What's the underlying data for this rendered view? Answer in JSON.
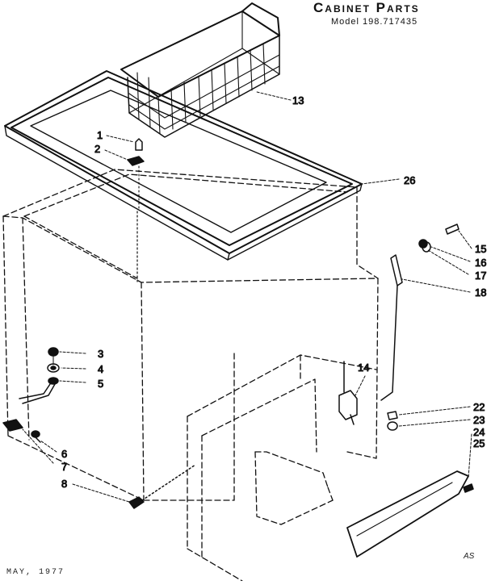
{
  "header": {
    "title": "Cabinet Parts",
    "model": "Model 198.717435"
  },
  "footer": {
    "date": "MAY, 1977",
    "code": "AS"
  },
  "callouts": [
    {
      "id": "1",
      "text": "1"
    },
    {
      "id": "2",
      "text": "2"
    },
    {
      "id": "3",
      "text": "3"
    },
    {
      "id": "4",
      "text": "4"
    },
    {
      "id": "5",
      "text": "5"
    },
    {
      "id": "6",
      "text": "6"
    },
    {
      "id": "7",
      "text": "7"
    },
    {
      "id": "8",
      "text": "8"
    },
    {
      "id": "13",
      "text": "13"
    },
    {
      "id": "14",
      "text": "14"
    },
    {
      "id": "15",
      "text": "15"
    },
    {
      "id": "16",
      "text": "16"
    },
    {
      "id": "17",
      "text": "17"
    },
    {
      "id": "18",
      "text": "18"
    },
    {
      "id": "22",
      "text": "22"
    },
    {
      "id": "23",
      "text": "23"
    },
    {
      "id": "24",
      "text": "24"
    },
    {
      "id": "25",
      "text": "25"
    },
    {
      "id": "26",
      "text": "26"
    }
  ]
}
